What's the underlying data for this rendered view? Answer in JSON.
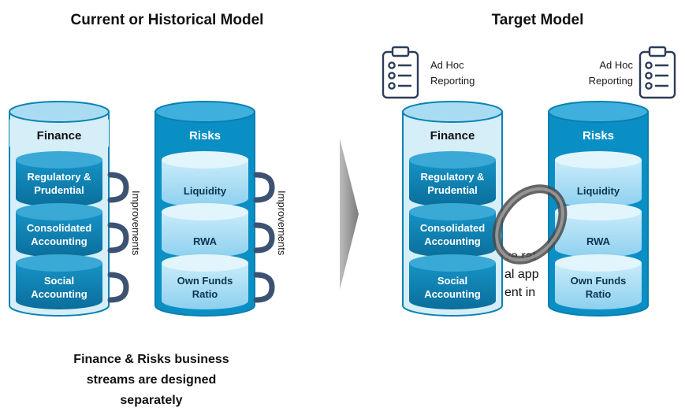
{
  "headings": {
    "left": "Current or Historical Model",
    "right": "Target Model"
  },
  "finance": {
    "title": "Finance",
    "items": [
      "Regulatory &",
      "Prudential",
      "Consolidated",
      "Accounting",
      "Social",
      "Accounting"
    ]
  },
  "risks": {
    "title": "Risks",
    "items": [
      "Liquidity",
      "RWA",
      "Own Funds",
      "Ratio"
    ]
  },
  "side_label": "Improvements",
  "reporting": [
    "Ad Hoc",
    "Reporting"
  ],
  "caption": [
    "Finance & Risks business",
    "streams are designed",
    "separately"
  ],
  "partially_hidden_text": [
    "ve rat",
    "al app",
    "ent in"
  ],
  "icons": [
    "clipboard-icon",
    "chain-link-icon",
    "arrow-chevron-icon"
  ],
  "colors": {
    "finance_dark": "#0b82b3",
    "finance_light": "#d6eef8",
    "risks_dark": "#0a8fc4",
    "risks_light": "#b9e3f6",
    "connector": "#3c5272",
    "arrow": "#8c8c8c"
  }
}
